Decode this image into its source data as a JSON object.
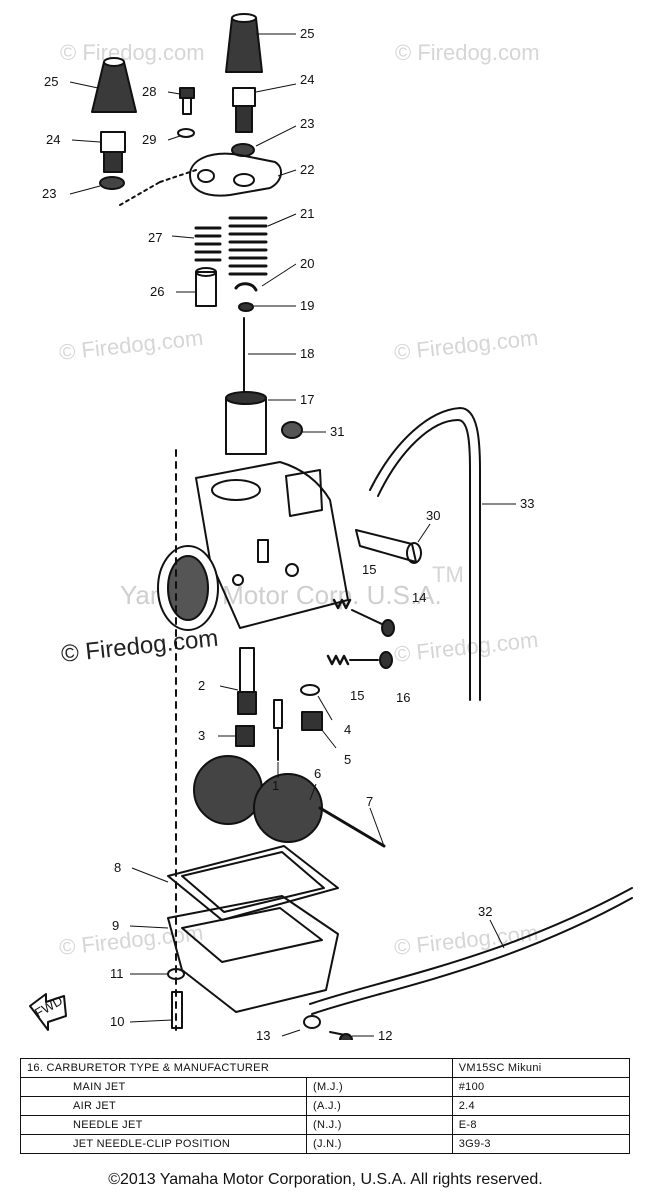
{
  "watermarks": {
    "small": "© Firedog.com",
    "dark": "© Firedog.com",
    "center": "Yamaha Motor Corp. U.S.A.",
    "tm": "TM"
  },
  "part_labels": {
    "p1": "1",
    "p2": "2",
    "p3": "3",
    "p4": "4",
    "p5": "5",
    "p6": "6",
    "p7": "7",
    "p8": "8",
    "p9": "9",
    "p10": "10",
    "p11": "11",
    "p12": "12",
    "p13": "13",
    "p14": "14",
    "p15": "15",
    "p16": "16",
    "p17": "17",
    "p18": "18",
    "p19": "19",
    "p20": "20",
    "p21": "21",
    "p22": "22",
    "p23": "23",
    "p24": "24",
    "p25": "25",
    "p26": "26",
    "p27": "27",
    "p28": "28",
    "p29": "29",
    "p30": "30",
    "p31": "31",
    "p32": "32",
    "p33": "33"
  },
  "fwd_label": "FWD",
  "spec_table": {
    "header": {
      "label": "16. CARBURETOR TYPE & MANUFACTURER",
      "code": "",
      "value": "VM15SC Mikuni"
    },
    "rows": [
      {
        "label": "MAIN JET",
        "code": "(M.J.)",
        "value": "#100"
      },
      {
        "label": "AIR JET",
        "code": "(A.J.)",
        "value": "2.4"
      },
      {
        "label": "NEEDLE JET",
        "code": "(N.J.)",
        "value": "E-8"
      },
      {
        "label": "JET NEEDLE-CLIP POSITION",
        "code": "(J.N.)",
        "value": "3G9-3"
      }
    ]
  },
  "copyright": "©2013 Yamaha Motor Corporation, U.S.A. All rights reserved.",
  "colors": {
    "ink": "#111111",
    "watermark": "#d6d6d6",
    "background": "#ffffff"
  }
}
